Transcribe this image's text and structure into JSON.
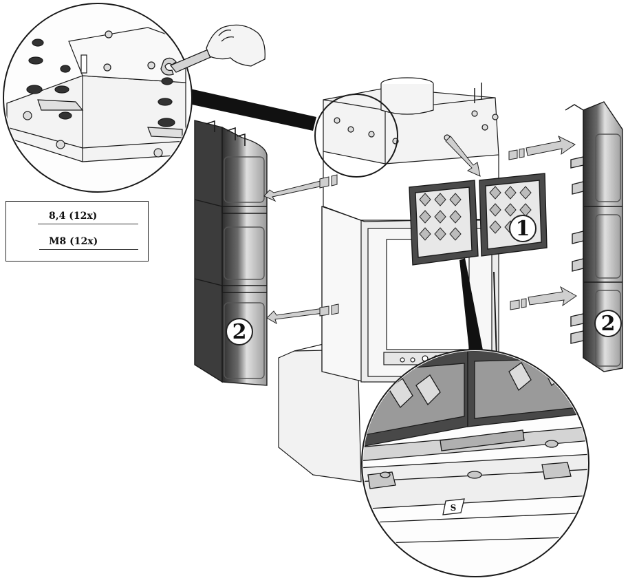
{
  "legend": {
    "items": [
      {
        "icon": "washer-icon",
        "label": "8,4 (12x)"
      },
      {
        "icon": "hex-nut-icon",
        "label": "M8 (12x)"
      }
    ]
  },
  "callouts": {
    "part_1": "1",
    "part_2_left": "2",
    "part_2_right": "2"
  },
  "detail_mark": "S",
  "colors": {
    "line": "#1a1a1a",
    "panel_dark": "#3a3a3a",
    "panel_light": "#d8d8d8",
    "housing_fill": "#f4f4f4"
  }
}
